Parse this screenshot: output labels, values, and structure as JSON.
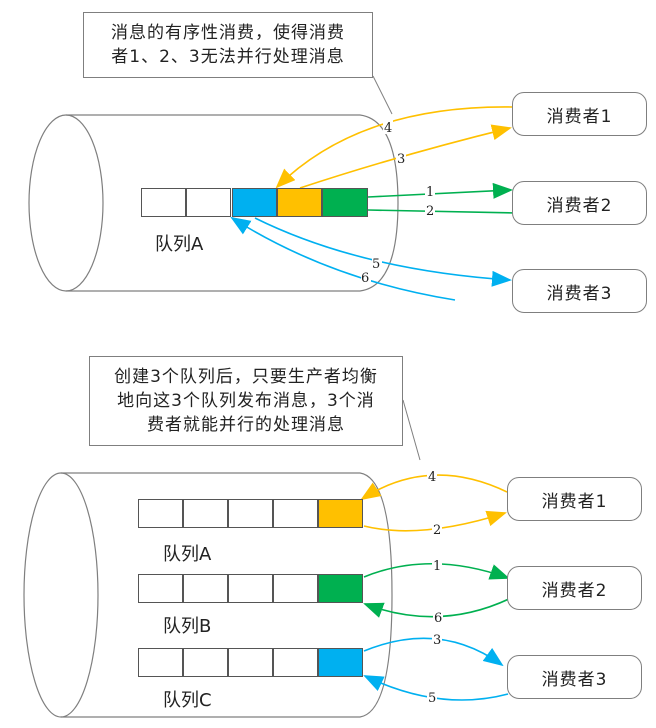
{
  "colors": {
    "orange": "#FFC000",
    "green": "#00B050",
    "blue": "#00B0F0",
    "outline": "#7f7f7f"
  },
  "top": {
    "callout": [
      "消息的有序性消费，使得消费",
      "者1、2、3无法并行处理消息"
    ],
    "queue_label": "队列A",
    "cells": [
      "empty",
      "empty",
      "blue",
      "orange",
      "green"
    ],
    "consumers": [
      "消费者1",
      "消费者2",
      "消费者3"
    ],
    "arrows": [
      {
        "label": "1",
        "color": "green",
        "from": "queue",
        "to": "消费者2"
      },
      {
        "label": "2",
        "color": "green",
        "from": "消费者2",
        "to": "queue"
      },
      {
        "label": "3",
        "color": "orange",
        "from": "queue",
        "to": "消费者1"
      },
      {
        "label": "4",
        "color": "orange",
        "from": "消费者1",
        "to": "queue"
      },
      {
        "label": "5",
        "color": "blue",
        "from": "queue",
        "to": "消费者3"
      },
      {
        "label": "6",
        "color": "blue",
        "from": "消费者3",
        "to": "queue"
      }
    ]
  },
  "bottom": {
    "callout": [
      "创建3个队列后，只要生产者均衡",
      "地向这3个队列发布消息，3个消",
      "费者就能并行的处理消息"
    ],
    "queues": [
      {
        "label": "队列A",
        "color": "orange"
      },
      {
        "label": "队列B",
        "color": "green"
      },
      {
        "label": "队列C",
        "color": "blue"
      }
    ],
    "consumers": [
      "消费者1",
      "消费者2",
      "消费者3"
    ],
    "arrows": [
      {
        "label": "1",
        "color": "green",
        "from": "队列B",
        "to": "消费者2"
      },
      {
        "label": "2",
        "color": "orange",
        "from": "队列A",
        "to": "消费者1"
      },
      {
        "label": "3",
        "color": "blue",
        "from": "队列C",
        "to": "消费者3"
      },
      {
        "label": "4",
        "color": "orange",
        "from": "消费者1",
        "to": "队列A"
      },
      {
        "label": "5",
        "color": "blue",
        "from": "消费者3",
        "to": "队列C"
      },
      {
        "label": "6",
        "color": "green",
        "from": "消费者2",
        "to": "队列B"
      }
    ]
  }
}
